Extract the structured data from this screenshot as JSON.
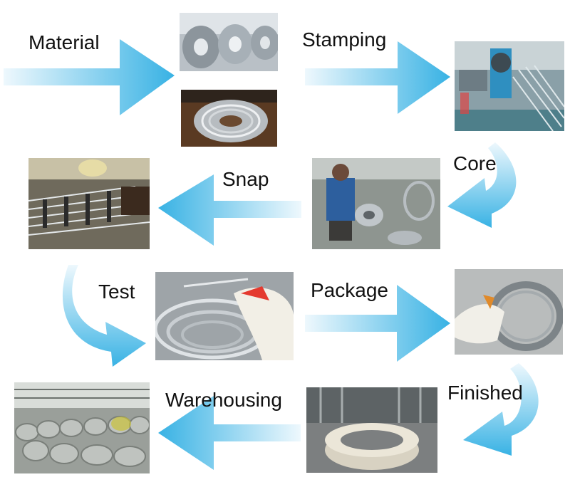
{
  "diagram": {
    "steps": [
      {
        "label": "Material"
      },
      {
        "label": "Stamping"
      },
      {
        "label": "Core"
      },
      {
        "label": "Snap"
      },
      {
        "label": "Test"
      },
      {
        "label": "Package"
      },
      {
        "label": "Finished"
      },
      {
        "label": "Warehousing"
      }
    ],
    "photos": [
      {
        "icon": "steel-coil-photo-icon"
      },
      {
        "icon": "wire-coil-photo-icon"
      },
      {
        "icon": "stamping-machine-photo-icon"
      },
      {
        "icon": "core-winding-worker-photo-icon"
      },
      {
        "icon": "snapped-blades-photo-icon"
      },
      {
        "icon": "test-gloved-hand-photo-icon"
      },
      {
        "icon": "package-coil-photo-icon"
      },
      {
        "icon": "finished-coil-photo-icon"
      },
      {
        "icon": "warehouse-photo-icon"
      }
    ],
    "colors": {
      "arrow_light": "#e8f6fc",
      "arrow_dark": "#3ab4e6",
      "text": "#111111"
    }
  }
}
